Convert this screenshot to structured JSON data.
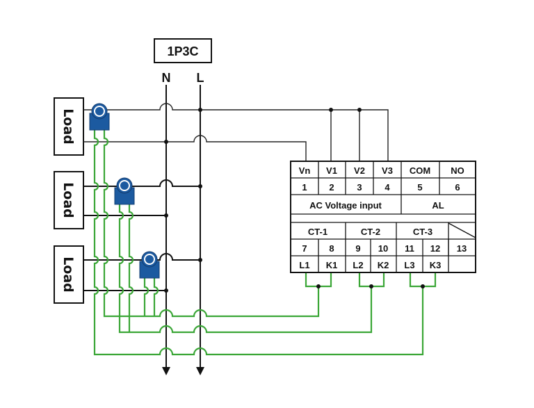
{
  "system_label": "1P3C",
  "lines": {
    "neutral": "N",
    "live": "L"
  },
  "loads": [
    {
      "label": "Load"
    },
    {
      "label": "Load"
    },
    {
      "label": "Load"
    }
  ],
  "meter": {
    "row1": [
      "Vn",
      "V1",
      "V2",
      "V3",
      "COM",
      "NO"
    ],
    "row2": [
      "1",
      "2",
      "3",
      "4",
      "5",
      "6"
    ],
    "ac_voltage_input": "AC Voltage input",
    "alarm": "AL",
    "ct_groups": [
      "CT-1",
      "CT-2",
      "CT-3"
    ],
    "row_ct_numbers": [
      "7",
      "8",
      "9",
      "10",
      "11",
      "12",
      "13"
    ],
    "row_ct_labels": [
      "L1",
      "K1",
      "L2",
      "K2",
      "L3",
      "K3"
    ]
  },
  "colors": {
    "wire": "#111111",
    "ct_wire": "#3aa636",
    "ct_sensor": "#1c5aa0"
  }
}
